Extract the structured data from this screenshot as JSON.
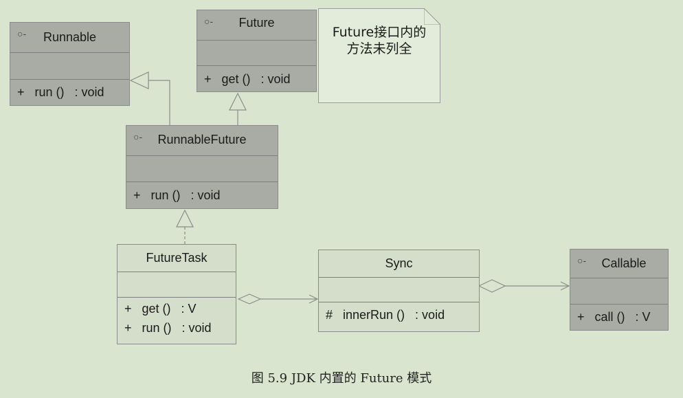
{
  "interface_icon": "○-",
  "runnable": {
    "name": "Runnable",
    "method": "+   run ()   : void"
  },
  "future": {
    "name": "Future",
    "method": "+   get ()   : void"
  },
  "note": {
    "line1": "Future接口内的",
    "line2": "方法未列全"
  },
  "runnable_future": {
    "name": "RunnableFuture",
    "method": "+   run ()   : void"
  },
  "future_task": {
    "name": "FutureTask",
    "method1": "+   get ()   : V",
    "method2": "+   run ()   : void"
  },
  "sync": {
    "name": "Sync",
    "method": "#   innerRun ()   : void"
  },
  "callable": {
    "name": "Callable",
    "method": "+   call ()   : V"
  },
  "caption": "图 5.9   JDK 内置的 Future 模式",
  "colors": {
    "background": "#d9e5cf",
    "interface_fill": "#a8aca4",
    "class_fill": "#d5ddcb",
    "line": "#8c8c8c"
  }
}
